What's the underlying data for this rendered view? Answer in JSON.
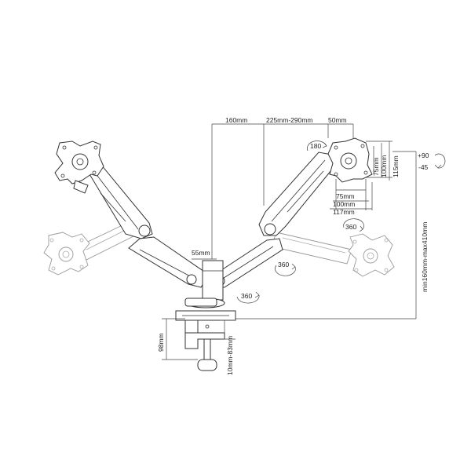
{
  "dimensions": {
    "d160": "160mm",
    "d225_290": "225mm-290mm",
    "d50": "50mm",
    "d55": "55mm",
    "d75w": "75mm",
    "d100w": "100mm",
    "d117w": "117mm",
    "d75h": "75mm",
    "d100h": "100mm",
    "d115h": "115mm",
    "height_range": "min160mm-max410mm",
    "d98": "98mm",
    "clamp_range": "10mm-83mm"
  },
  "rotations": {
    "r180": "180",
    "r360_right": "360",
    "r360_mid": "360",
    "r360_base": "360",
    "tilt_up": "+90",
    "tilt_down": "-45"
  },
  "style": {
    "line_color": "#333333",
    "ghost_color": "#999999"
  }
}
